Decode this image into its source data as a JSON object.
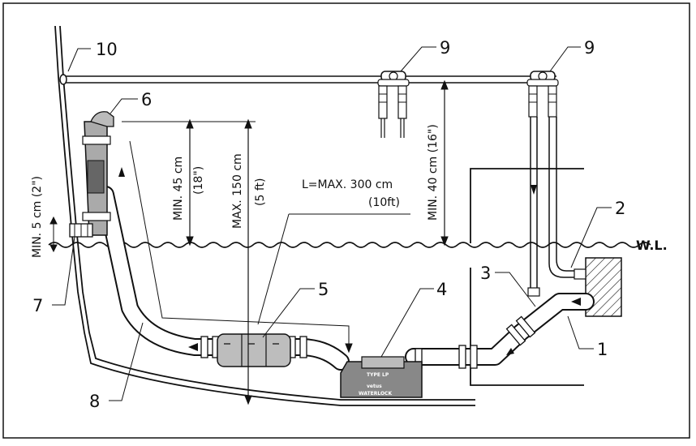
{
  "callouts": {
    "c1": "1",
    "c2": "2",
    "c3": "3",
    "c4": "4",
    "c5": "5",
    "c6": "6",
    "c7": "7",
    "c8": "8",
    "c9a": "9",
    "c9b": "9",
    "c10": "10"
  },
  "dimensions": {
    "min5_line1": "MIN. 5 cm (2\")",
    "min45_line1": "MIN. 45 cm",
    "min45_line2": "(18\")",
    "max150_line1": "MAX. 150 cm",
    "max150_line2": "(5 ft)",
    "min40": "MIN. 40 cm (16\")",
    "lmax_line1": "L=MAX. 300 cm",
    "lmax_line2": "(10ft)"
  },
  "waterline_label": "W.L.",
  "product_labels": {
    "type": "TYPE LP",
    "brand": "vetus",
    "model": "WATERLOCK"
  }
}
